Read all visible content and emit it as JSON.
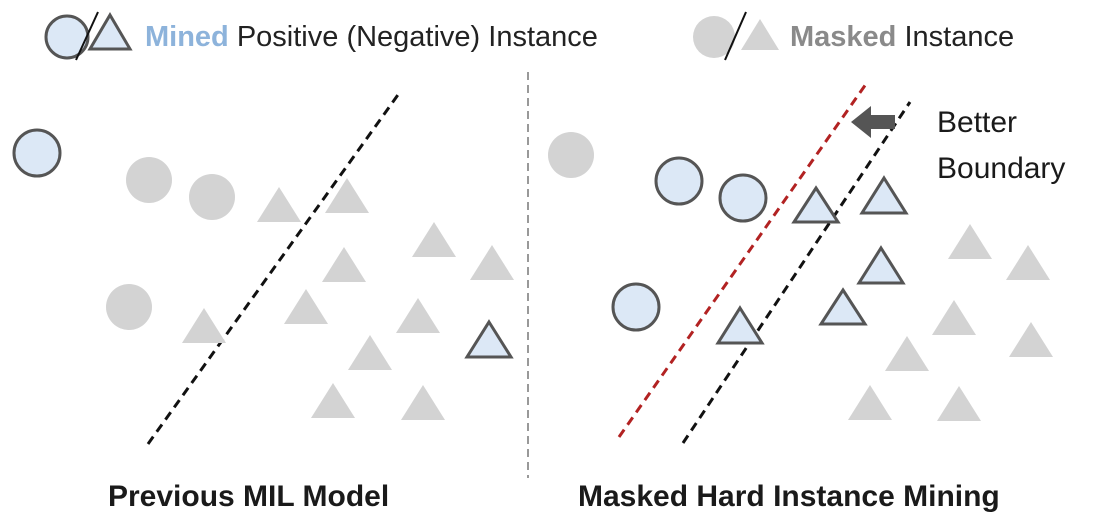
{
  "legend": {
    "mined_keyword": "Mined",
    "mined_rest": " Positive (Negative) Instance",
    "masked_keyword": "Masked",
    "masked_rest": " Instance"
  },
  "panels": {
    "left_title": "Previous MIL Model",
    "right_title": "Masked Hard Instance Mining"
  },
  "annotation": {
    "line1": "Better",
    "line2": "Boundary"
  },
  "colors": {
    "mined_fill": "#dce8f6",
    "mined_stroke": "#555555",
    "masked_fill": "#d3d3d3",
    "boundary_black": "#111111",
    "boundary_red": "#b22222",
    "arrow": "#555555",
    "divider": "#999999"
  }
}
